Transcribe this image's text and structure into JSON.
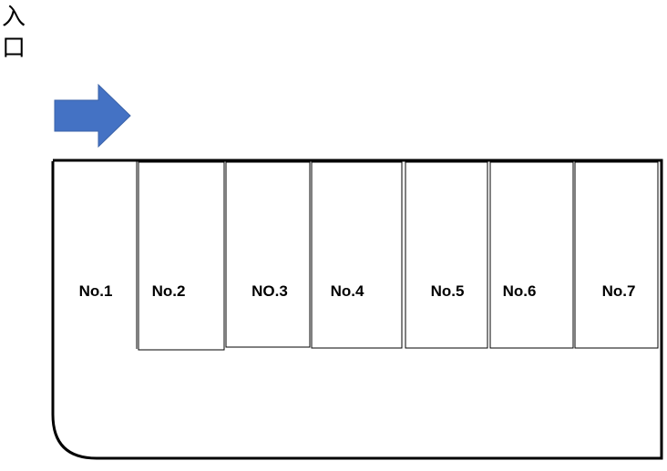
{
  "entrance": {
    "line1": "入",
    "line2": "口"
  },
  "arrow_color": "#4472C4",
  "slots": [
    {
      "label": "No.1"
    },
    {
      "label": "No.2"
    },
    {
      "label": "NO.3"
    },
    {
      "label": "No.4"
    },
    {
      "label": "No.5"
    },
    {
      "label": "No.6"
    },
    {
      "label": "No.7"
    }
  ]
}
